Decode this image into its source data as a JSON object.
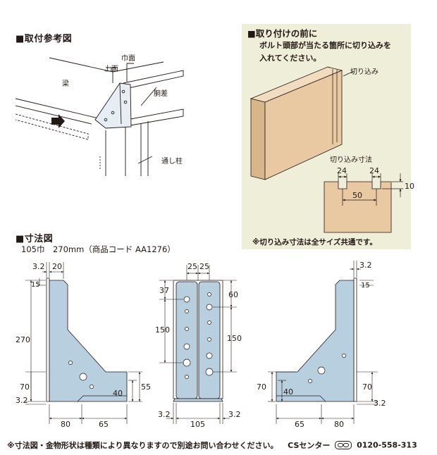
{
  "install_section": {
    "heading": "■取付参考図",
    "label_jomen": "上面",
    "label_tsuramen": "巾面",
    "label_hari": "梁",
    "label_dousa": "胴差",
    "label_toshibashira": "通し柱"
  },
  "notch_note": {
    "heading": "■取り付けの前に",
    "line1": "ボルト頭部が当たる箇所に切り込みを",
    "line2": "入れてください。",
    "label_kirikomi": "切り込み",
    "label_sunpou": "切り込み寸法",
    "dim_24a": "24",
    "dim_24b": "24",
    "dim_50": "50",
    "dim_10": "10",
    "footnote": "※切り込み寸法は全サイズ共通です。"
  },
  "dimension_section": {
    "heading": "■寸法図",
    "spec": "105巾　270mm（商品コード AA1276）"
  },
  "left_view": {
    "dim_3_2_top": "3.2",
    "dim_20": "20",
    "dim_15": "15",
    "dim_270": "270",
    "dim_70": "70",
    "dim_3_2_bottom": "3.2",
    "dim_80": "80",
    "dim_65": "65",
    "dim_40": "40",
    "dim_55": "55"
  },
  "front_view": {
    "dim_25a": "25",
    "dim_25b": "25",
    "dim_37": "37",
    "dim_60": "60",
    "dim_150_left": "150",
    "dim_150_right": "150",
    "dim_3_2_left": "3.2",
    "dim_105": "105",
    "dim_3_2_right": "3.2"
  },
  "right_view": {
    "dim_3_2_top": "3.2",
    "dim_15": "15",
    "dim_70_left": "70",
    "dim_40": "40",
    "dim_70_right": "70",
    "dim_3_2_bottom": "3.2",
    "dim_65": "65",
    "dim_80": "80"
  },
  "footer": {
    "notice": "※寸法図・金物形状は種類により異なりますので別途お問い合わせください。",
    "cs_label": "CSセンター",
    "phone": "0120-558-313"
  },
  "colors": {
    "metal": "#b8cfe0",
    "wood": "#e8c9a2",
    "panel": "#efeed8",
    "line": "#231815"
  }
}
